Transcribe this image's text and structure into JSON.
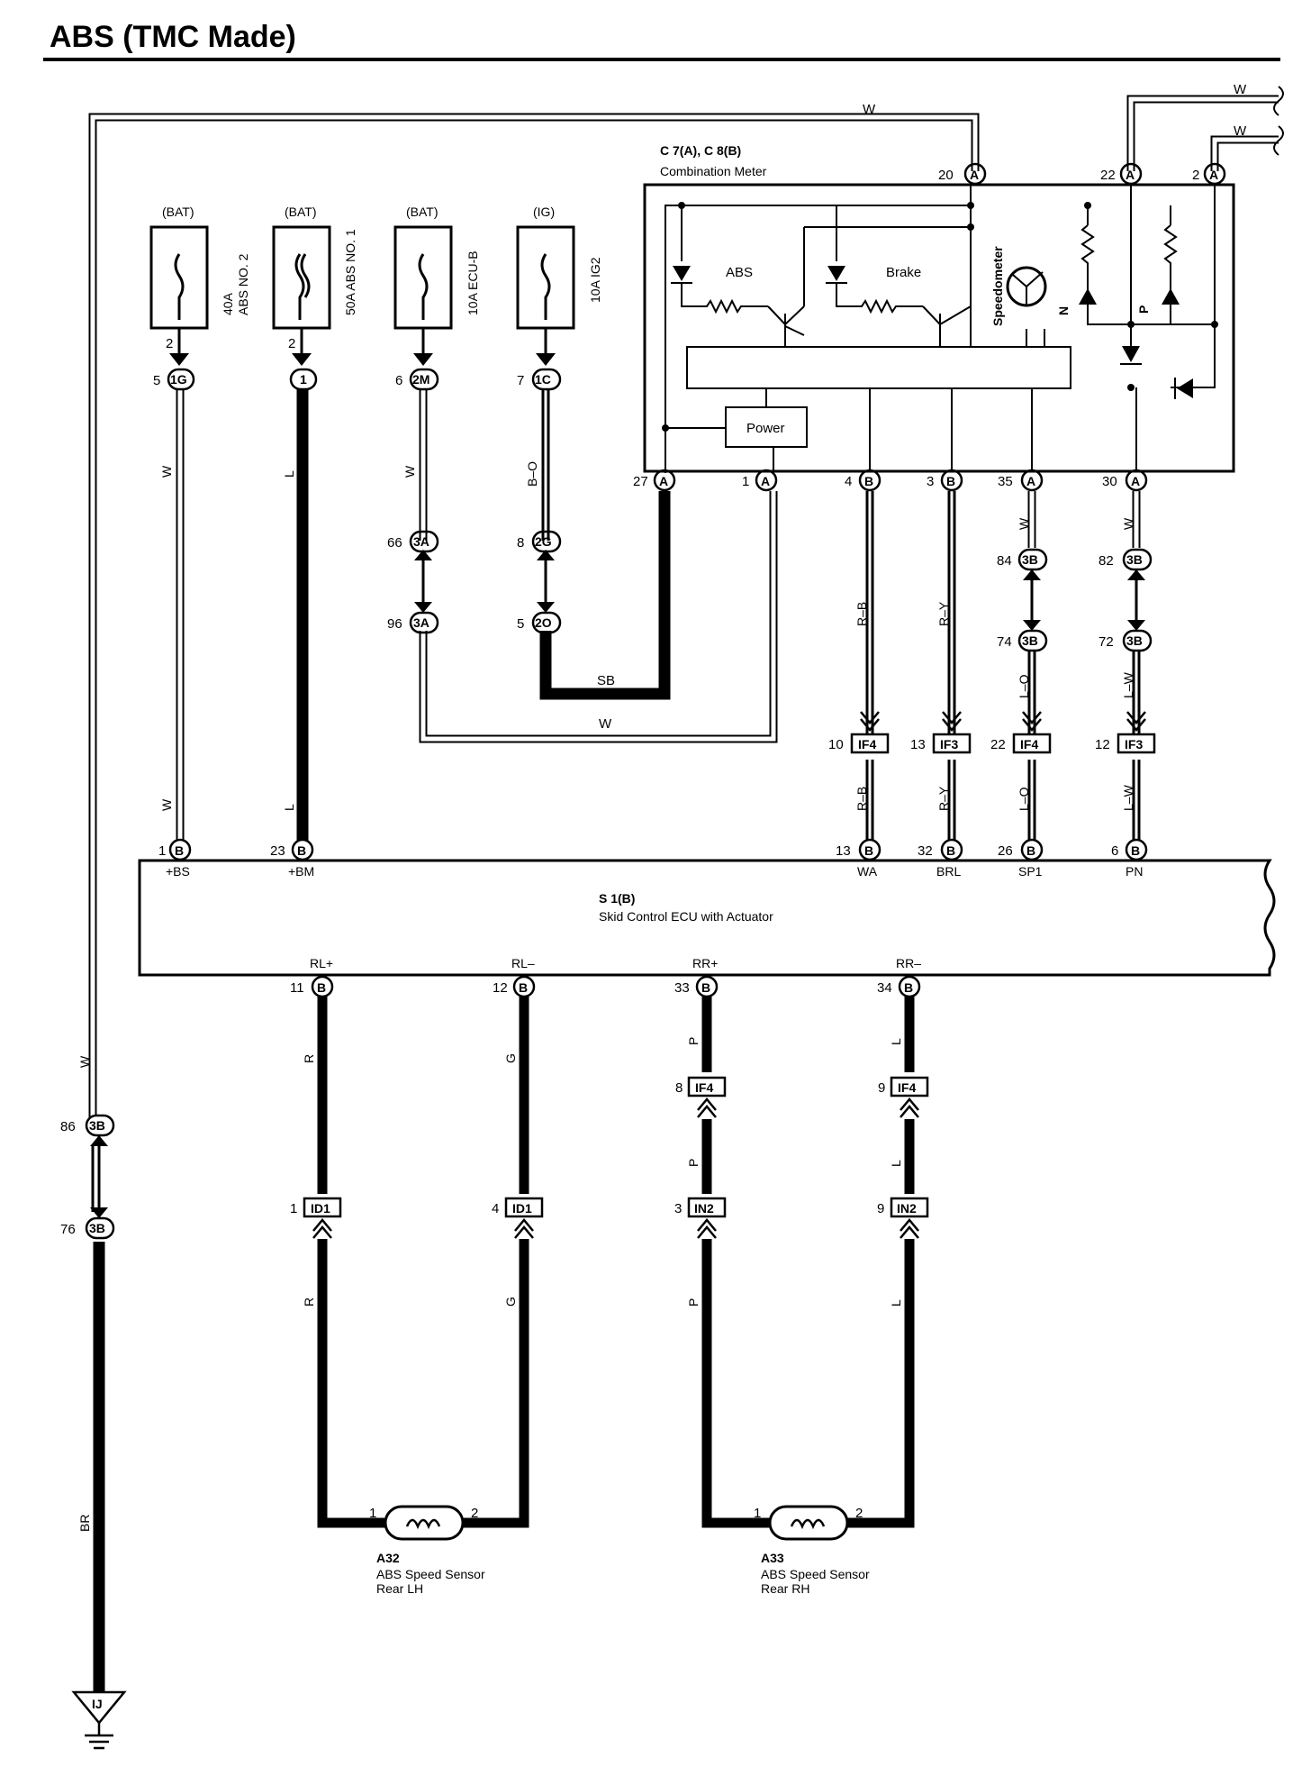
{
  "title": "ABS (TMC Made)",
  "meter": {
    "id": "C 7(A), C 8(B)",
    "name": "Combination Meter",
    "abs": "ABS",
    "brake": "Brake",
    "speedo": "Speedometer",
    "n": "N",
    "p": "P",
    "power": "Power"
  },
  "fuses": [
    {
      "src": "(BAT)",
      "name": "40A ABS NO. 2",
      "l1": "40A",
      "l2": "ABS NO. 2",
      "pin": "2",
      "conn": "1G",
      "conn_pin": "5",
      "wire": "W"
    },
    {
      "src": "(BAT)",
      "name": "50A ABS NO. 1",
      "l1": "50A ABS NO. 1",
      "pin": "2",
      "conn": "1",
      "conn_pin": "",
      "wire": "L"
    },
    {
      "src": "(BAT)",
      "name": "10A ECU-B",
      "l1": "10A ECU-B",
      "pin": "",
      "conn": "2M",
      "conn_pin": "6",
      "wire": "W"
    },
    {
      "src": "(IG)",
      "name": "10A IG2",
      "l1": "10A IG2",
      "pin": "",
      "conn": "1C",
      "conn_pin": "7",
      "wire": "B–O"
    }
  ],
  "ecu": {
    "id": "S 1(B)",
    "name": "Skid Control ECU with Actuator"
  },
  "ecu_top_terms": [
    "+BS",
    "+BM",
    "WA",
    "BRL",
    "SP1",
    "PN"
  ],
  "ecu_bottom_terms": [
    "RL+",
    "RL–",
    "RR+",
    "RR–"
  ],
  "sensors": [
    {
      "id": "A32",
      "l1": "ABS Speed Sensor",
      "l2": "Rear LH"
    },
    {
      "id": "A33",
      "l1": "ABS Speed Sensor",
      "l2": "Rear RH"
    }
  ],
  "ground": "IJ",
  "labels": {
    "w": "W",
    "l": "L",
    "r": "R",
    "g": "G",
    "p": "P",
    "br": "BR",
    "sb": "SB",
    "bo": "B–O",
    "rb": "R–B",
    "ry": "R–Y",
    "lo": "L–O",
    "lw": "L–W",
    "a": "A",
    "b": "B",
    "c3a": "3A",
    "c2g": "2G",
    "c2o": "2O",
    "c3b": "3B",
    "if4": "IF4",
    "if3": "IF3",
    "id1": "ID1",
    "in2": "IN2",
    "n1": "1",
    "n2": "2",
    "n3": "3",
    "n4": "4",
    "n5": "5",
    "n6": "6",
    "n8": "8",
    "n9": "9",
    "n10": "10",
    "n11": "11",
    "n12": "12",
    "n13": "13",
    "n20": "20",
    "n22": "22",
    "n23": "23",
    "n26": "26",
    "n27": "27",
    "n30": "30",
    "n32": "32",
    "n33": "33",
    "n34": "34",
    "n35": "35",
    "n66": "66",
    "n72": "72",
    "n74": "74",
    "n76": "76",
    "n82": "82",
    "n84": "84",
    "n86": "86",
    "n96": "96"
  }
}
